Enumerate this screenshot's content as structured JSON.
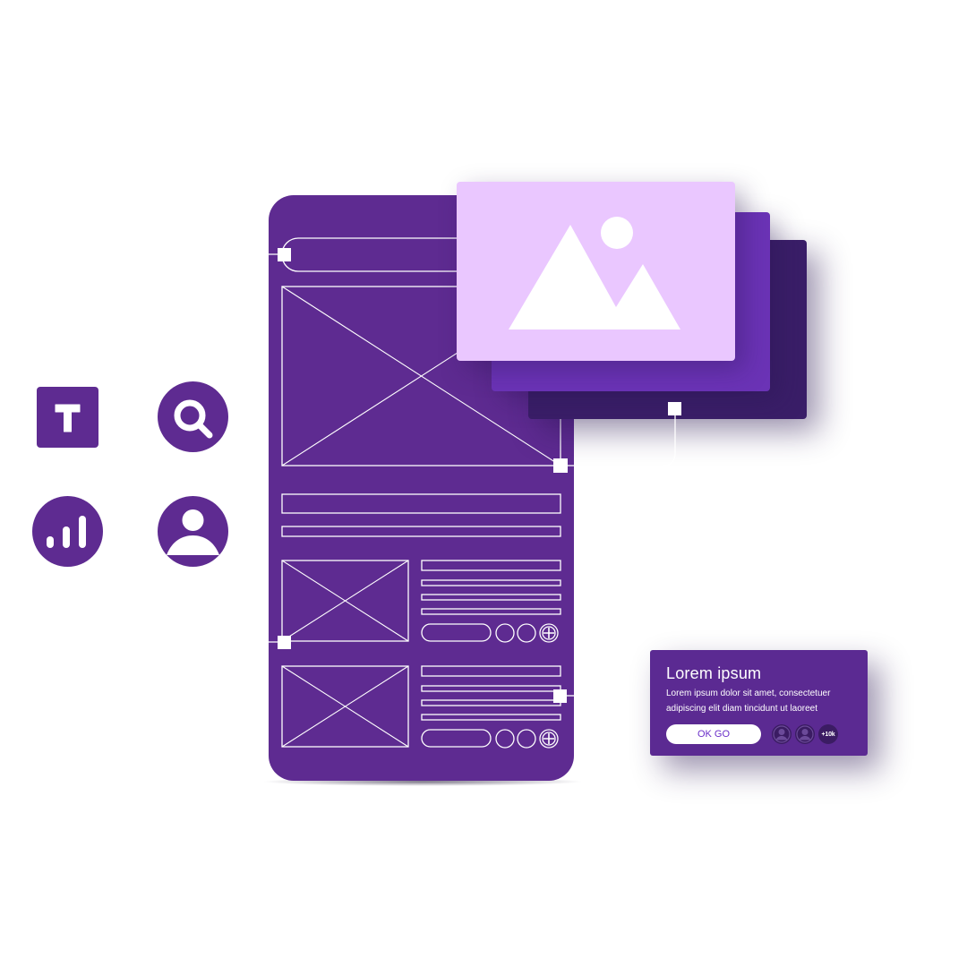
{
  "colors": {
    "primary": "#5e2b91",
    "light_card": "#eac7ff",
    "mid_card": "#6b33b6",
    "dark_card": "#3a1e68",
    "button_text": "#6a2fc9"
  },
  "icons": [
    "text-icon",
    "search-icon",
    "bar-chart-icon",
    "user-icon",
    "image-placeholder-icon",
    "plus-icon"
  ],
  "info_card": {
    "title": "Lorem ipsum",
    "body": "Lorem ipsum dolor sit amet, consectetuer adipiscing elit diam tincidunt ut laoreet",
    "button_label": "OK GO",
    "member_count": "+10k"
  }
}
